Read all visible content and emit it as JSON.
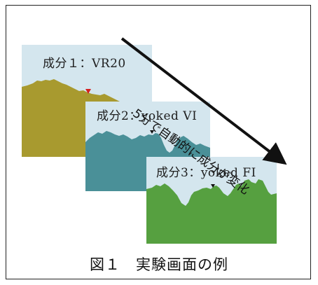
{
  "figure": {
    "caption": "図１　実験画面の例",
    "arrow_label": "5分で自動的に成分が変化"
  },
  "panels": [
    {
      "title": "成分１：VR20",
      "terrain_color": "#a89a2f",
      "marker_color": "#d42020",
      "background": "#d4e6ee"
    },
    {
      "title": "成分2：yoked VI",
      "terrain_color": "#4a9098",
      "marker_color": "#111111",
      "background": "#d4e6ee"
    },
    {
      "title": "成分3：yoked FI",
      "terrain_color": "#56a040",
      "marker_color": "#111111",
      "background": "#d4e6ee"
    }
  ]
}
